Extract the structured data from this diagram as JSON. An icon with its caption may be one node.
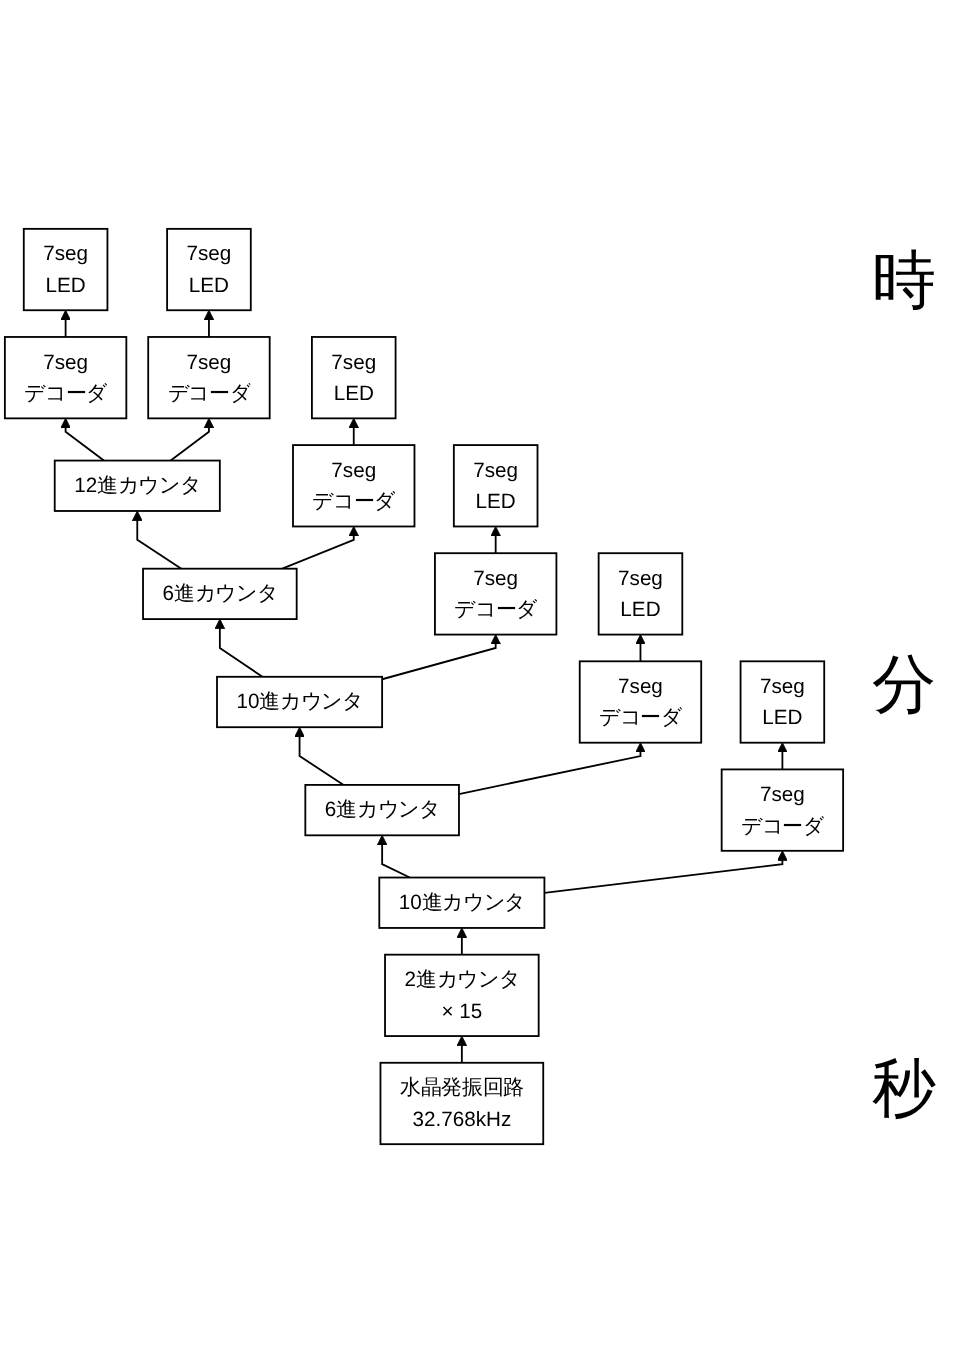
{
  "diagram": {
    "nodes": [
      {
        "text": [
          "7seg デコーダ"
        ]
      },
      {
        "text": [
          "7seg LED"
        ]
      },
      {
        "text": [
          "12進カウンタ"
        ]
      },
      {
        "text": [
          "7seg デコーダ"
        ]
      },
      {
        "text": [
          "7seg LED"
        ]
      },
      {
        "text": [
          "6進カウンタ"
        ]
      },
      {
        "text": [
          "7seg デコーダ"
        ]
      },
      {
        "text": [
          "7seg LED"
        ]
      },
      {
        "text": [
          "10進カウンタ"
        ]
      },
      {
        "text": [
          "7seg デコーダ"
        ]
      },
      {
        "text": [
          "7seg LED"
        ]
      },
      {
        "text": [
          "6進カウンタ"
        ]
      },
      {
        "text": [
          "7seg デコーダ"
        ]
      },
      {
        "text": [
          "7seg LED"
        ]
      },
      {
        "text": [
          "10進カウンタ"
        ]
      },
      {
        "text": [
          "7seg デコーダ"
        ]
      },
      {
        "text": [
          "7seg LED"
        ]
      },
      {
        "text": [
          "2進カウンタ × 15"
        ]
      },
      {
        "text": [
          "水晶発振回路 32.768kHz"
        ]
      }
    ],
    "edges": [
      {
        "from": 18,
        "to": 17,
        "arrow": "to"
      },
      {
        "from": 17,
        "to": 14,
        "arrow": "to"
      },
      {
        "from": 14,
        "to": 11,
        "arrow": "to"
      },
      {
        "from": 11,
        "to": 8,
        "arrow": "to"
      },
      {
        "from": 8,
        "to": 5,
        "arrow": "to"
      },
      {
        "from": 5,
        "to": 2,
        "arrow": "to"
      },
      {
        "from": 2,
        "to": 0,
        "arrow": "to"
      },
      {
        "from": 2,
        "to": 3,
        "arrow": "to"
      },
      {
        "from": 0,
        "to": 1,
        "arrow": "to"
      },
      {
        "from": 3,
        "to": 4,
        "arrow": "to"
      },
      {
        "from": 5,
        "to": 6,
        "arrow": "to"
      },
      {
        "from": 6,
        "to": 7,
        "arrow": "to"
      },
      {
        "from": 8,
        "to": 9,
        "arrow": "to"
      },
      {
        "from": 9,
        "to": 10,
        "arrow": "to"
      },
      {
        "from": 11,
        "to": 12,
        "arrow": "to"
      },
      {
        "from": 12,
        "to": 13,
        "arrow": "to"
      },
      {
        "from": 14,
        "to": 15,
        "arrow": "to"
      },
      {
        "from": 15,
        "to": 16,
        "arrow": "to"
      }
    ],
    "labels": [
      "時",
      "分",
      "秒"
    ]
  }
}
